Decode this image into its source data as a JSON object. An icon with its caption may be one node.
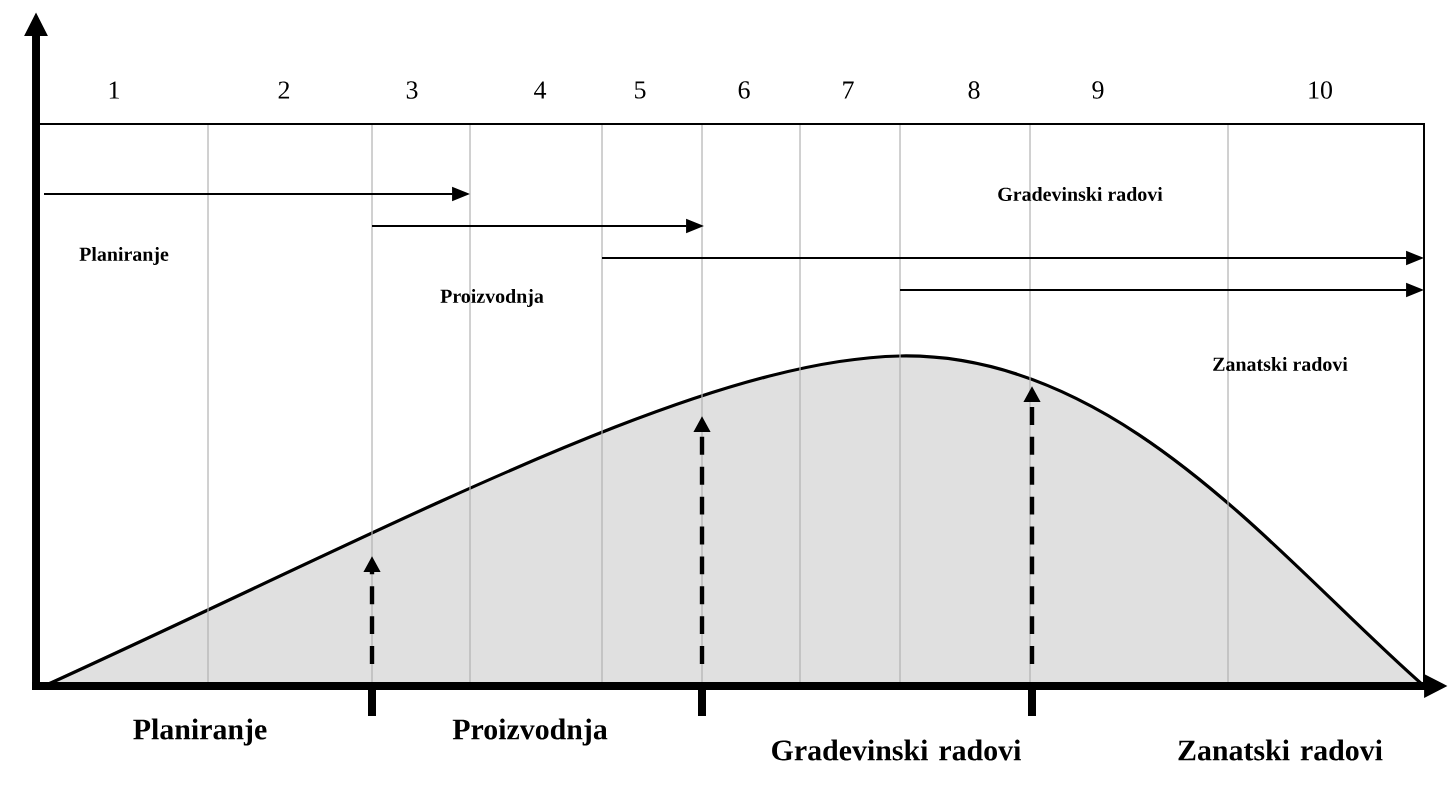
{
  "diagram": {
    "labels": [
      "1",
      "2",
      "3",
      "4",
      "5",
      "6",
      "7",
      "8",
      "9",
      "10",
      "Gradevinski radovi",
      "Planiranje",
      "Proizvodnja",
      "Zanatski radovi",
      "Planiranje",
      "Proizvodnja",
      "Gradevinski radovi",
      "Zanatski radovi"
    ]
  }
}
